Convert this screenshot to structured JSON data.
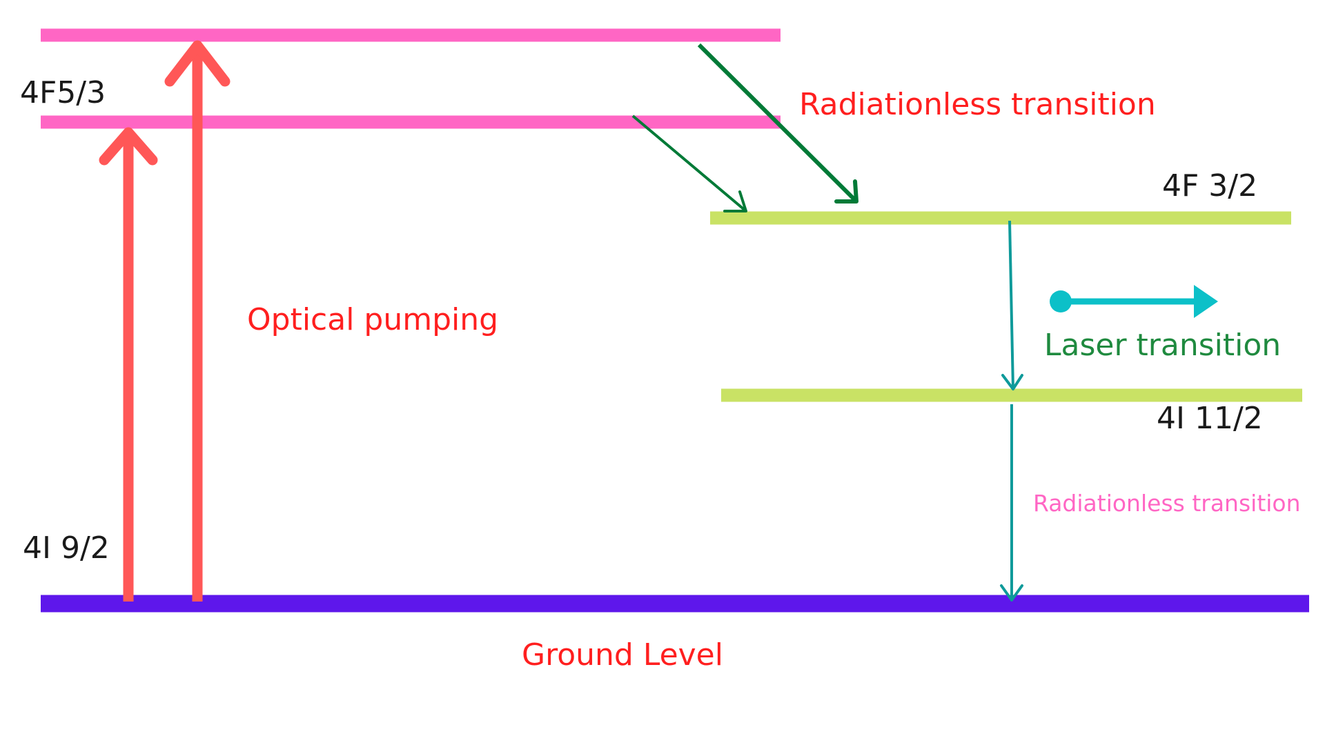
{
  "levels": {
    "upper_pump": {
      "color": "#ff66c4"
    },
    "f53": {
      "label": "4F5/3",
      "color": "#ff66c4"
    },
    "f32": {
      "label": "4F 3/2",
      "color": "#c9e265"
    },
    "i112": {
      "label": "4I 11/2",
      "color": "#c9e265"
    },
    "i92": {
      "label": "4I 9/2"
    },
    "ground": {
      "label": "Ground Level",
      "color": "#5e17eb"
    }
  },
  "labels": {
    "optical_pumping": "Optical pumping",
    "radiationless_top": "Radiationless transition",
    "laser_transition": "Laser transition",
    "radiationless_bottom": "Radiationless transition"
  },
  "colors": {
    "pump_arrow": "#ff5757",
    "radiationless_arrow": "#007a37",
    "laser_arrow": "#0e9a9a",
    "legend_arrow": "#0cc0c8",
    "red_text": "#ff1f1f",
    "green_text": "#1f8a3f",
    "pink_text": "#ff66c4"
  },
  "icons": {
    "legend": "laser-transition-legend-icon"
  }
}
